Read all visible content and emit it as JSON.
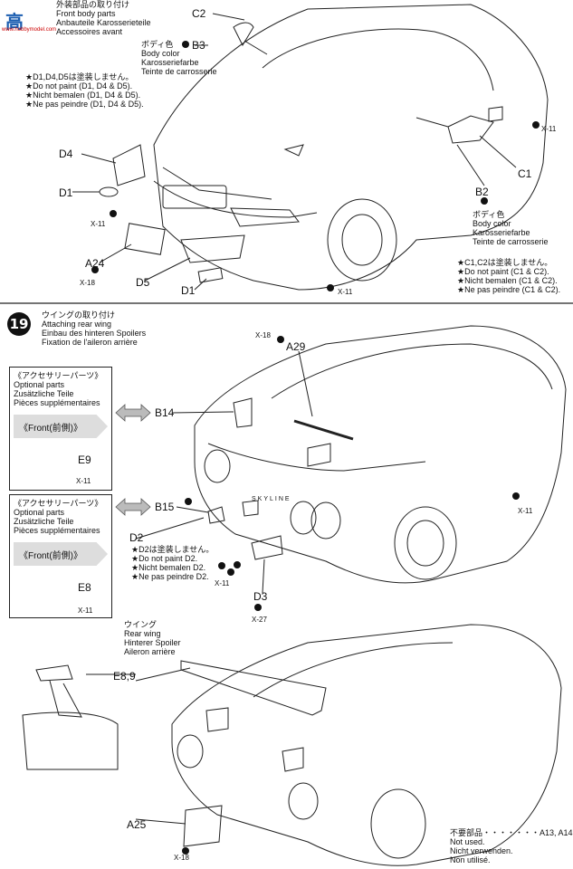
{
  "logo": {
    "glyph": "高",
    "url": "www.hobbymodel.com"
  },
  "top": {
    "header": [
      "外装部品の取り付け",
      "Front body parts",
      "Anbauteile Karosserieteile",
      "Accessoires avant"
    ],
    "body_color_b3": {
      "part": "B3",
      "lines": [
        "ボディ色",
        "Body color",
        "Karosseriefarbe",
        "Teinte de carrosserie"
      ]
    },
    "note_d": [
      "★D1,D4,D5は塗装しません。",
      "★Do not paint (D1, D4 & D5).",
      "★Nicht bemalen (D1, D4 & D5).",
      "★Ne pas peindre (D1, D4 & D5)."
    ],
    "body_color_b2": {
      "part": "B2",
      "lines": [
        "ボディ色",
        "Body color",
        "Karosseriefarbe",
        "Teinte de carrosserie"
      ]
    },
    "note_c": [
      "★C1,C2は塗装しません。",
      "★Do not paint (C1 & C2).",
      "★Nicht bemalen (C1 & C2).",
      "★Ne pas peindre (C1 & C2)."
    ],
    "labels": {
      "c2": "C2",
      "d4": "D4",
      "d1a": "D1",
      "a24": "A24",
      "d5": "D5",
      "d1b": "D1",
      "c1": "C1"
    },
    "screws": [
      "X-11",
      "X-11",
      "X-18",
      "X-11"
    ]
  },
  "step19": {
    "number": "19",
    "header": [
      "ウイングの取り付け",
      "Attaching rear wing",
      "Einbau des hinteren Spoilers",
      "Fixation de l'aileron arrière"
    ],
    "optional1": [
      "《アクセサリーパーツ》",
      "Optional parts",
      "Zusätzliche Teile",
      "Pièces supplémentaires"
    ],
    "front1": "《Front(前側)》",
    "part_e9": "E9",
    "optional2": [
      "《アクセサリーパーツ》",
      "Optional parts",
      "Zusätzliche Teile",
      "Pièces supplémentaires"
    ],
    "front2": "《Front(前側)》",
    "part_e8": "E8",
    "labels": {
      "a29": "A29",
      "b14": "B14",
      "b15": "B15",
      "d2": "D2",
      "d3": "D3",
      "e89": "E8,9",
      "a25": "A25"
    },
    "note_d2": [
      "★D2は塗装しません。",
      "★Do not paint D2.",
      "★Nicht bemalen D2.",
      "★Ne pas peindre D2."
    ],
    "wing": [
      "ウイング",
      "Rear wing",
      "Hinterer Spoiler",
      "Aileron arrière"
    ],
    "screws": {
      "x18a": "X-18",
      "x11a": "X-11",
      "x11b": "X-11",
      "x11c": "X-11",
      "x11d": "X-11",
      "x27": "X-27",
      "x18b": "X-18"
    },
    "skyline": "SKYLINE",
    "unused": {
      "head": "不要部品・・・・・・・A13, A14",
      "lines": [
        "Not used.",
        "Nicht verwenden.",
        "Non utilisé."
      ]
    }
  }
}
